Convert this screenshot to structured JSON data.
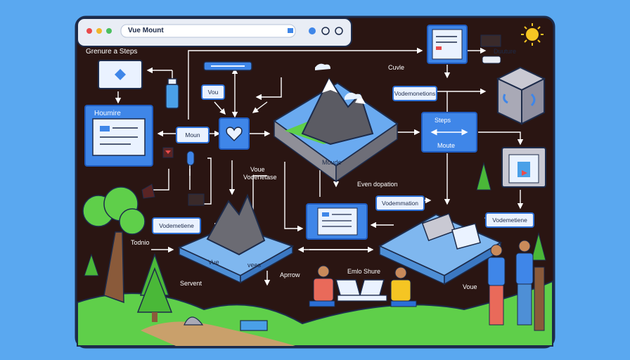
{
  "browser": {
    "address_text": "Vue Mount",
    "window_controls": [
      "close",
      "minimize",
      "maximize"
    ],
    "toolbar_icons": [
      "tab-icon",
      "circle-button-icon",
      "circle-button-icon"
    ]
  },
  "labels": {
    "top_left": "Grenure a Steps",
    "top_center": "Cuvle",
    "top_right": "Duuture",
    "hourire": "Houmire",
    "mount_small": "Moun",
    "you": "Vou",
    "voue_title": "Voue",
    "voue_sub": "Vodenetase",
    "mesa_label": "Moude",
    "steps": "Steps",
    "moute": "Moute",
    "vodemonetions": "Vodemonetions",
    "even_dopation": "Even dopation",
    "vodemmation": "Vodemmation",
    "vodemetiene_right": "Vodemetiene",
    "vodemetiene_left": "Vodemetiene",
    "todnio": "Todnio",
    "vue_platform": "Vue",
    "vees": "vees",
    "servent": "Servent",
    "arrow": "Aprrow",
    "emlo_shure": "Emlo Shure",
    "voue_bottom": "Voue"
  },
  "colors": {
    "page_bg": "#5aa8f0",
    "board_bg": "#2a1512",
    "frame_border": "#1d2b4a",
    "accent_blue": "#3f86e8",
    "grass": "#5fcf4a",
    "sun": "#f5c523"
  }
}
